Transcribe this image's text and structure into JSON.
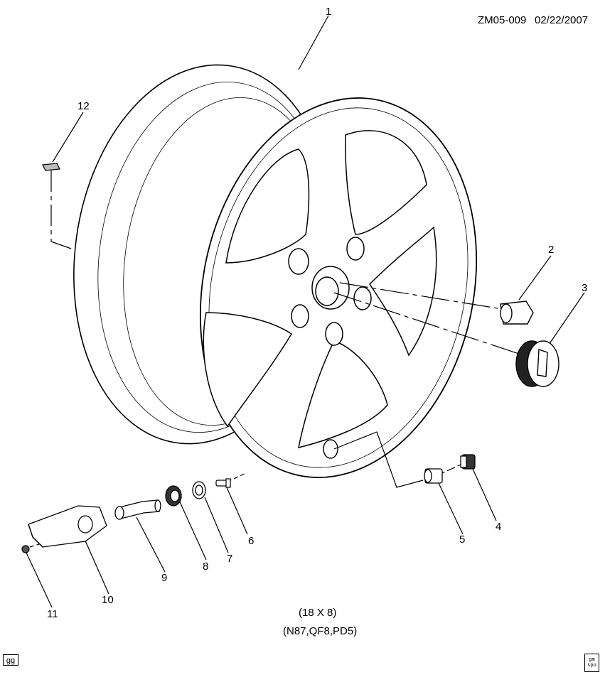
{
  "header": {
    "diagram_id": "ZM05-009",
    "date": "02/22/2007"
  },
  "parts": [
    {
      "num": "1"
    },
    {
      "num": "2"
    },
    {
      "num": "3"
    },
    {
      "num": "4"
    },
    {
      "num": "5"
    },
    {
      "num": "6"
    },
    {
      "num": "7"
    },
    {
      "num": "8"
    },
    {
      "num": "9"
    },
    {
      "num": "10"
    },
    {
      "num": "11"
    },
    {
      "num": "12"
    }
  ],
  "caption": {
    "size": "(18 X 8)",
    "codes": "(N87,QF8,PD5)"
  },
  "footer": {
    "stamp": "gg",
    "badge_top": "gm",
    "badge_bottom": "spo"
  }
}
